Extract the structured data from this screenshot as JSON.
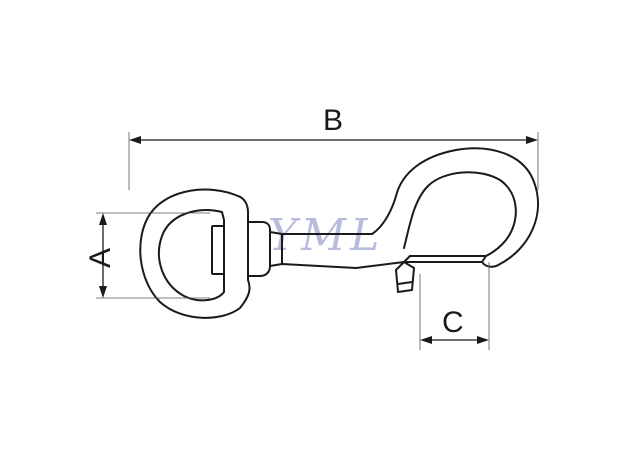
{
  "dimensions": {
    "a_label": "A",
    "b_label": "B",
    "c_label": "C"
  },
  "watermark": {
    "text": "YML"
  },
  "colors": {
    "line": "#1a1a1a",
    "watermark": "#b8bcdc",
    "background": "#ffffff"
  }
}
